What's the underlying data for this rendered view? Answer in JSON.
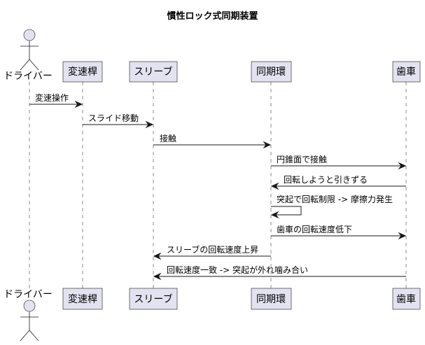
{
  "diagram": {
    "title": "慣性ロック式同期装置",
    "participants": [
      {
        "id": "driver",
        "label": "ドライバー",
        "kind": "actor"
      },
      {
        "id": "lever",
        "label": "変速桿",
        "kind": "participant"
      },
      {
        "id": "sleeve",
        "label": "スリーブ",
        "kind": "participant"
      },
      {
        "id": "ring",
        "label": "同期環",
        "kind": "participant"
      },
      {
        "id": "gear",
        "label": "歯車",
        "kind": "participant"
      }
    ],
    "messages": [
      {
        "from": "driver",
        "to": "lever",
        "label": "変速操作"
      },
      {
        "from": "lever",
        "to": "sleeve",
        "label": "スライド移動"
      },
      {
        "from": "sleeve",
        "to": "ring",
        "label": "接触"
      },
      {
        "from": "ring",
        "to": "gear",
        "label": "円錐面で接触"
      },
      {
        "from": "gear",
        "to": "ring",
        "label": "回転しようと引きずる"
      },
      {
        "from": "ring",
        "to": "ring",
        "label": "突起で回転制限 -> 摩擦力発生"
      },
      {
        "from": "ring",
        "to": "gear",
        "label": "歯車の回転速度低下"
      },
      {
        "from": "ring",
        "to": "sleeve",
        "label": "スリーブの回転速度上昇"
      },
      {
        "from": "gear",
        "to": "sleeve",
        "label": "回転速度一致 -> 突起が外れ噛み合い"
      }
    ]
  },
  "colors": {
    "participant_fill": "#E2E2F0",
    "stroke": "#181818",
    "background": "#FFFFFF"
  }
}
